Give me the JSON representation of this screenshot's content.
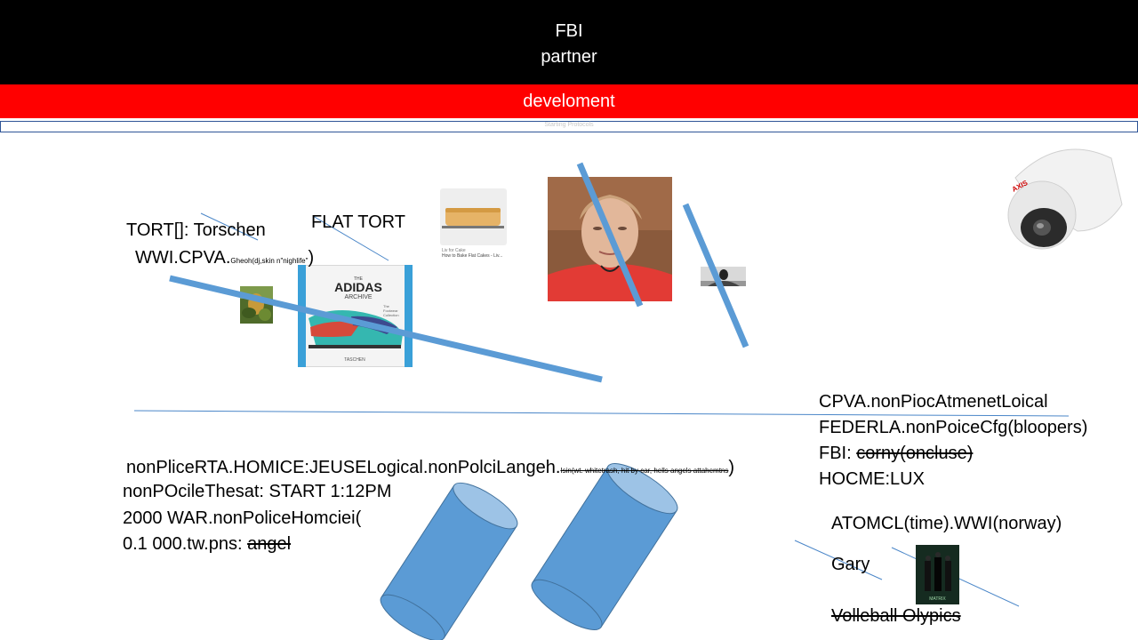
{
  "header": {
    "line1": "FBI",
    "line2": "partner"
  },
  "red_bar": {
    "label": "develoment"
  },
  "thin_bar": {
    "label": "Starting Protocols"
  },
  "left_block": {
    "tort_line": "TORT[]: Torschen",
    "wwi_prefix": "WWI.CPVA.",
    "wwi_small": "Gheoh(dj,skin n\"nighlife\"",
    "wwi_suffix": ")",
    "flat_tort": "FLAT TORT"
  },
  "cake_card": {
    "caption1": "Liv for Cake",
    "caption2": "How to Bake Flat Cakes - Liv..."
  },
  "book": {
    "title_small": "THE",
    "title": "ADIDAS",
    "subtitle": "ARCHIVE",
    "tag1": "The",
    "tag2": "Footwear",
    "tag3": "Collection",
    "publisher": "TASCHEN"
  },
  "right_block": {
    "line1": "CPVA.nonPiocAtmenetLoical",
    "line2": "FEDERLA.nonPoiceCfg(bloopers)",
    "line3_prefix": "FBI: ",
    "line3_strike": "corny(oncluse)",
    "line4": "HOCME:LUX"
  },
  "bottom_left": {
    "line1_main": "nonPliceRTA.HOMICE:JEUSELogical.nonPolciLangeh.",
    "line1_small": "Isin(wt. whitetrash, hit by car, hells angels attahemtns",
    "line1_end": ")",
    "line2": "nonPOcileThesat: START 1:12PM",
    "line3": "2000 WAR.nonPoliceHomciei(",
    "line4_prefix": "0.1 000.tw.pns: ",
    "line4_strike": "angel"
  },
  "bottom_right": {
    "line1": "ATOMCL(time).WWI(norway)",
    "line2": "Gary",
    "line3_strike": "Volleball Olypics"
  },
  "poster": {
    "title": "MATRIX"
  },
  "camera": {
    "brand": "AXIS"
  },
  "colors": {
    "header_bg": "#000000",
    "red_bar": "#ff0000",
    "shape_blue": "#5b9bd5",
    "line_blue": "#4a86c8"
  }
}
